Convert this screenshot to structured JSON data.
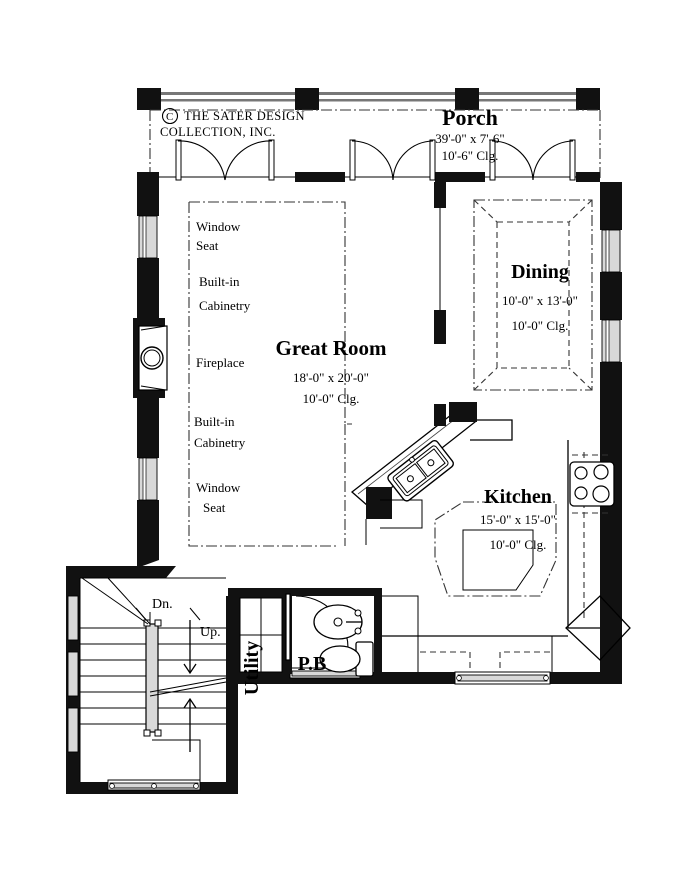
{
  "document": {
    "type": "architectural-floor-plan",
    "level": "Main Floor Plan"
  },
  "copyright": {
    "symbol": "C",
    "line1": "THE SATER DESIGN",
    "line2": "COLLECTION, INC."
  },
  "rooms": [
    {
      "id": "porch",
      "name": "Porch",
      "dimensions": "39'-0\" x 7'-6\"",
      "ceiling": "10'-6\" Clg."
    },
    {
      "id": "great-room",
      "name": "Great Room",
      "dimensions": "18'-0\" x 20'-0\"",
      "ceiling": "10'-0\" Clg."
    },
    {
      "id": "dining",
      "name": "Dining",
      "dimensions": "10'-0\" x 13'-0\"",
      "ceiling": "10'-0\" Clg."
    },
    {
      "id": "kitchen",
      "name": "Kitchen",
      "dimensions": "15'-0\" x 15'-0\"",
      "ceiling": "10'-0\" Clg."
    },
    {
      "id": "utility",
      "name": "Utility",
      "dimensions": "",
      "ceiling": ""
    },
    {
      "id": "powder-bath",
      "name": "P.B",
      "dimensions": "",
      "ceiling": ""
    }
  ],
  "annotations": {
    "window_seat_top": "Window\nSeat",
    "window_seat_top_l1": "Window",
    "window_seat_top_l2": "Seat",
    "built_in_top_l1": "Built-in",
    "built_in_top_l2": "Cabinetry",
    "fireplace": "Fireplace",
    "built_in_bottom_l1": "Built-in",
    "built_in_bottom_l2": "Cabinetry",
    "window_seat_bottom_l1": "Window",
    "window_seat_bottom_l2": "Seat",
    "stair_down": "Dn.",
    "stair_up": "Up."
  },
  "colors": {
    "wall": "#111111",
    "paper": "#ffffff",
    "line": "#000000",
    "ceiling_dash": "#333333",
    "glass": "#d8d8d8"
  }
}
